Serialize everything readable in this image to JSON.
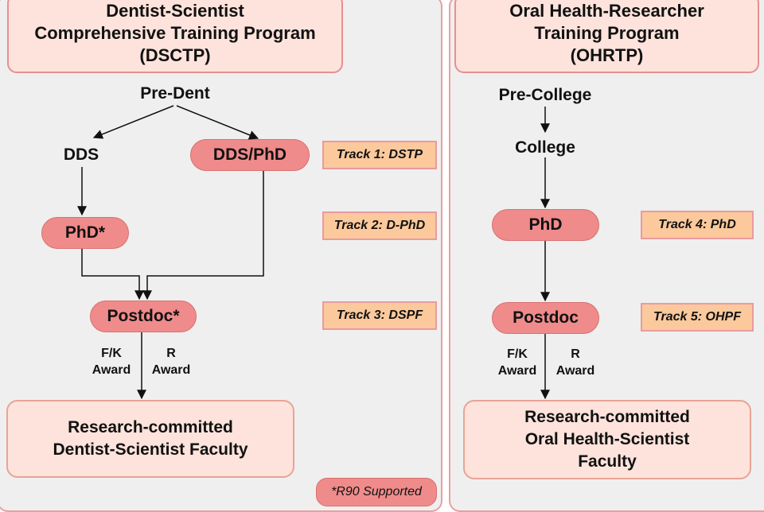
{
  "left": {
    "title": [
      "Dentist-Scientist",
      "Comprehensive Training Program",
      "(DSCTP)"
    ],
    "nodes": {
      "pre_dent": "Pre-Dent",
      "dds": "DDS",
      "dds_phd": "DDS/PhD",
      "phd": "PhD*",
      "postdoc": "Postdoc*"
    },
    "tracks": [
      "Track 1: DSTP",
      "Track 2: D-PhD",
      "Track 3: DSPF"
    ],
    "awards": {
      "fk": [
        "F/K",
        "Award"
      ],
      "r": [
        "R",
        "Award"
      ]
    },
    "faculty": [
      "Research-committed",
      "Dentist-Scientist Faculty"
    ],
    "footnote": "*R90 Supported"
  },
  "right": {
    "title": [
      "Oral Health-Researcher",
      "Training Program",
      "(OHRTP)"
    ],
    "nodes": {
      "pre_college": "Pre-College",
      "college": "College",
      "phd": "PhD",
      "postdoc": "Postdoc"
    },
    "tracks": [
      "Track 4: PhD",
      "Track 5: OHPF"
    ],
    "awards": {
      "fk": [
        "F/K",
        "Award"
      ],
      "r": [
        "R",
        "Award"
      ]
    },
    "faculty": [
      "Research-committed",
      "Oral Health-Scientist",
      "Faculty"
    ]
  },
  "colors": {
    "panel_bg": "#efefef",
    "panel_border": "#e8a0a0",
    "title_bg": "#fde3dc",
    "pill": "#f08b8b",
    "track": "#fbc99c",
    "arrow": "#111111"
  }
}
